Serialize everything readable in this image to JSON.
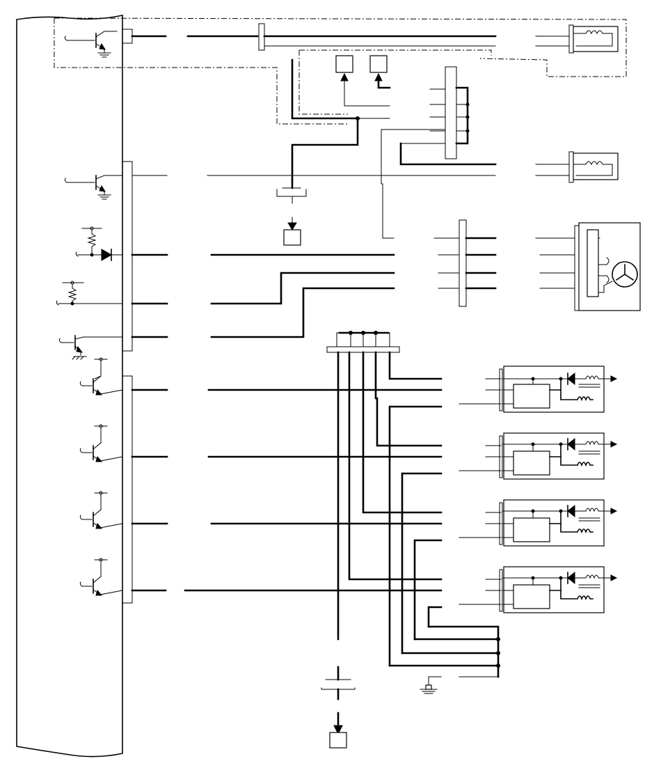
{
  "diagram": {
    "kind": "wiring-schematic",
    "colors": {
      "line": "#000000",
      "background": "#ffffff"
    },
    "components": {
      "ecm_module": "rectangular-module",
      "driver_transistors": [
        "npn-transistor",
        "npn-transistor",
        "npn-transistor",
        "npn-transistor",
        "npn-transistor",
        "npn-transistor",
        "npn-transistor"
      ],
      "solenoid_loads": [
        "solenoid-coil",
        "solenoid-coil"
      ],
      "motor_load": "brushless-motor",
      "ignition_coil_units": [
        "coil-unit",
        "coil-unit",
        "coil-unit",
        "coil-unit"
      ],
      "ground_symbols": [
        "chassis-ground",
        "chassis-ground",
        "chassis-ground",
        "chassis-ground"
      ],
      "connectors": [
        "splice-connector",
        "splice-connector",
        "joint-connector"
      ]
    }
  }
}
